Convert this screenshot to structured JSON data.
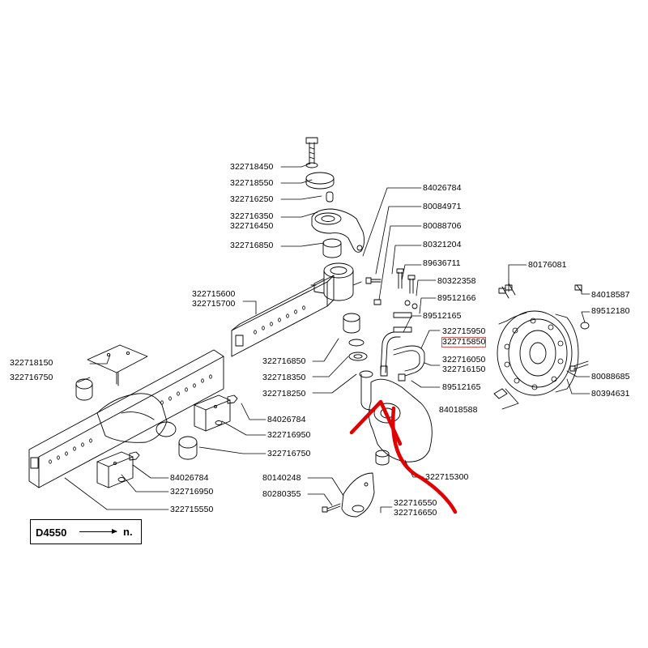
{
  "labels": {
    "l322718450": "322718450",
    "l322718550": "322718550",
    "l322716250": "322716250",
    "l322716350": "322716350",
    "l322716450": "322716450",
    "l322716850a": "322716850",
    "l322715600": "322715600",
    "l322715700": "322715700",
    "l322718150": "322718150",
    "l322716750a": "322716750",
    "l84026784a": "84026784",
    "l80084971": "80084971",
    "l80088706": "80088706",
    "l80321204": "80321204",
    "l89636711": "89636711",
    "l80322358": "80322358",
    "l89512166": "89512166",
    "l89512165a": "89512165",
    "l322715950": "322715950",
    "l322715850": "322715850",
    "l322716050": "322716050",
    "l322716150": "322716150",
    "l89512165b": "89512165",
    "l80176081": "80176081",
    "l84018587": "84018587",
    "l89512180": "89512180",
    "l80088685": "80088685",
    "l80394631": "80394631",
    "l84018588": "84018588",
    "l322716850b": "322716850",
    "l322718350": "322718350",
    "l322718250": "322718250",
    "l84026784b": "84026784",
    "l322716950a": "322716950",
    "l322716750b": "322716750",
    "l84026784c": "84026784",
    "l322716950b": "322716950",
    "l322715550": "322715550",
    "l322715300": "322715300",
    "l80140248": "80140248",
    "l80280355": "80280355",
    "l322716550": "322716550",
    "l322716650": "322716650"
  },
  "reference": {
    "code": "D4550",
    "suffix": "n."
  },
  "colors": {
    "line": "#000000",
    "annotation": "#e00000",
    "highlight_box": "#d9534f"
  }
}
